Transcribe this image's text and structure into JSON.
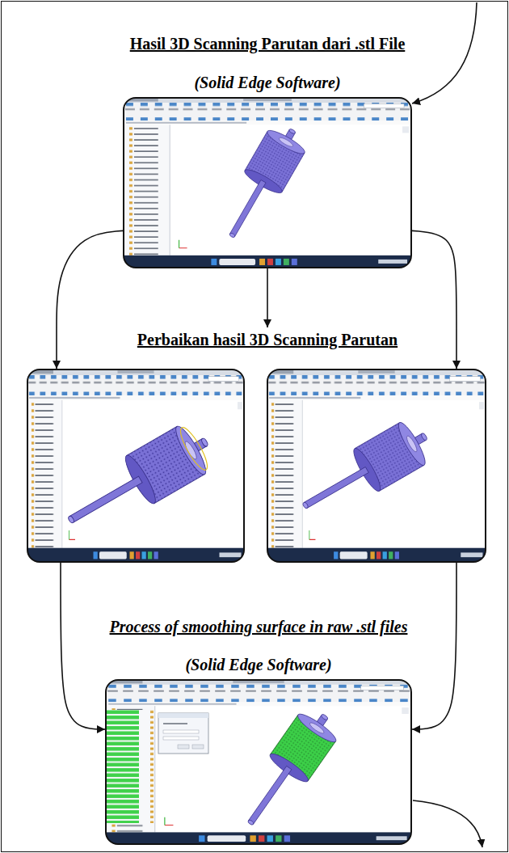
{
  "diagram": {
    "nodes": [
      {
        "text": [
          "Hasil 3D Scanning Parutan dari .stl File",
          "(Solid Edge Software)"
        ]
      },
      {
        "text": [
          "Perbaikan hasil 3D Scanning Parutan"
        ]
      },
      {
        "text": []
      },
      {
        "text": []
      },
      {
        "text": [
          "Process of smoothing surface in raw .stl files",
          "(Solid Edge Software)"
        ]
      }
    ],
    "edges": [
      {
        "from": 0,
        "to": 1,
        "arrow": "to"
      },
      {
        "from": 0,
        "to": 2,
        "arrow": "to"
      },
      {
        "from": 0,
        "to": 3,
        "arrow": "to"
      },
      {
        "from": 2,
        "to": 4,
        "arrow": "to"
      },
      {
        "from": 3,
        "to": 4,
        "arrow": "to"
      }
    ]
  }
}
